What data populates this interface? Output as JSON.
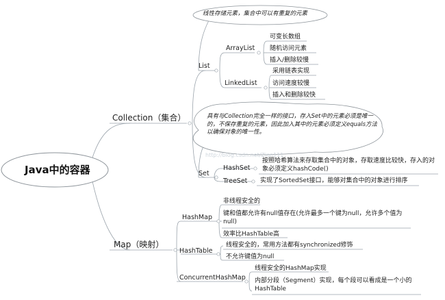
{
  "root": "Java中的容器",
  "collection": {
    "label": "Collection（集合）",
    "list": {
      "label": "List",
      "note": "线性存储元素，集合中可以有重复的元素",
      "arraylist": {
        "label": "ArrayList",
        "items": [
          "可变长数组",
          "随机访问元素",
          "插入/删除较慢"
        ]
      },
      "linkedlist": {
        "label": "LinkedList",
        "items": [
          "采用链表实现",
          "访问速度较慢",
          "插入和删除较快"
        ]
      }
    },
    "set": {
      "label": "Set",
      "note": "具有与Collection完全一样的接口，存入Set中的元素必须是唯一的，不保存重复的元素，因此加入其中的元素必须定义equals方法以确保对象的唯一性。",
      "hashset": {
        "label": "HashSet",
        "desc": "按照哈希算法来存取集合中的对象，存取速度比较快，存入的对象必须定义hashCode()"
      },
      "treeset": {
        "label": "TreeSet",
        "desc": "实现了SortedSet接口，能够对集合中的对象进行排序"
      }
    }
  },
  "map": {
    "label": "Map（映射）",
    "hashmap": {
      "label": "HashMap",
      "items": [
        "非线程安全的",
        "键和值都允许有null值存在(允许最多一个键为null，允许多个值为null)",
        "效率比HashTable高"
      ]
    },
    "hashtable": {
      "label": "HashTable",
      "items": [
        "线程安全的，常用方法都有synchronized修饰",
        "不允许键值为null"
      ]
    },
    "concurrenthashmap": {
      "label": "ConcurrentHashMap",
      "items": [
        "线程安全的HashMap实现",
        "内部分段（Segment）实现，每个段可以看成是一个小的HashTable"
      ]
    }
  },
  "watermark": "http://blog.csdn.net/Zion111"
}
